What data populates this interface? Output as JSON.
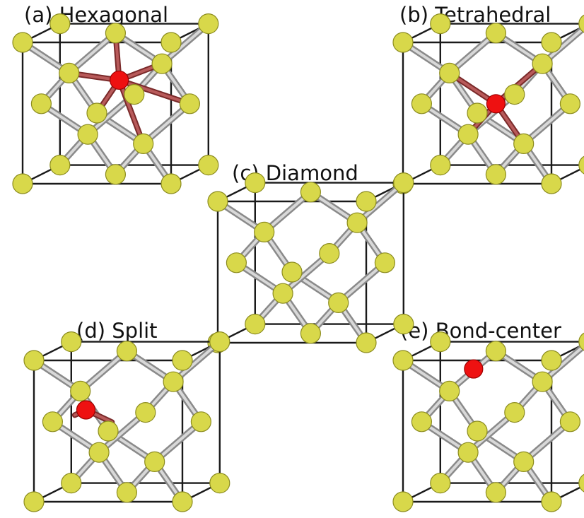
{
  "colors": {
    "host_atom": "#d8d84a",
    "defect_atom": "#ee1111",
    "cube_edge": "#1a1a1a",
    "bond": "#9a9a9a",
    "defect_bond": "#9a3c3c"
  },
  "panels": [
    {
      "id": "a",
      "label": "(a) Hexagonal",
      "defect": "hexagonal"
    },
    {
      "id": "b",
      "label": "(b) Tetrahedral",
      "defect": "tetrahedral"
    },
    {
      "id": "c",
      "label": "(c) Diamond",
      "defect": "none"
    },
    {
      "id": "d",
      "label": "(d) Split",
      "defect": "split"
    },
    {
      "id": "e",
      "label": "(e) Bond-center",
      "defect": "bond-center"
    }
  ]
}
